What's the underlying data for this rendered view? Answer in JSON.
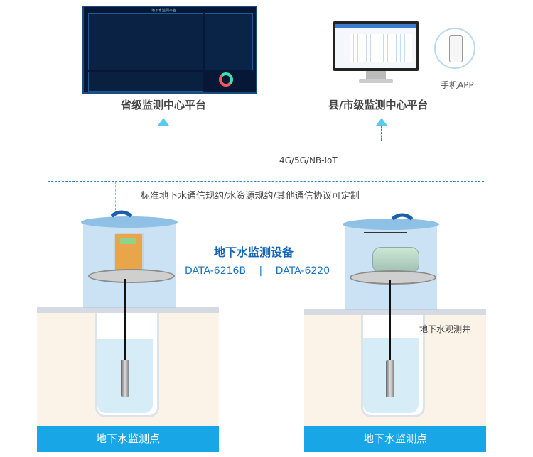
{
  "province": {
    "label": "省级监测中心平台",
    "screen_title": "地下水监测平台"
  },
  "county": {
    "label": "县/市级监测中心平台"
  },
  "mobile": {
    "label": "手机APP"
  },
  "network": {
    "label": "4G/5G/NB-IoT"
  },
  "protocol": {
    "label": "标准地下水通信规约/水资源规约/其他通信协议可定制"
  },
  "device": {
    "title": "地下水监测设备",
    "model_a": "DATA-6216B",
    "separator": "|",
    "model_b": "DATA-6220"
  },
  "well_label": "地下水观测井",
  "sites": [
    {
      "label": "地下水监测点"
    },
    {
      "label": "地下水监测点"
    }
  ],
  "colors": {
    "accent": "#18a6e6",
    "title_blue": "#1565b5",
    "dash": "#2a8ad0",
    "arrow": "#5bc8f0"
  }
}
